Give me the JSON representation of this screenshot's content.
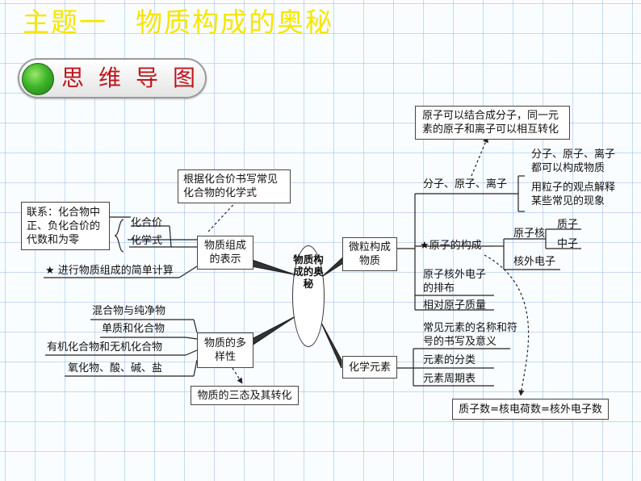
{
  "header": {
    "title": "主题一　物质构成的奥秘",
    "badge_label": "思维导图"
  },
  "colors": {
    "title": "#f5e600",
    "badge_text": "#c0141b",
    "badge_ball": "#3fb52b"
  },
  "mindmap": {
    "center": "物质构成的奥秘",
    "left": {
      "composition": {
        "label": "物质组成的表示",
        "lianxi": "联系：化合物中正、负化合价的代数和为零",
        "huahejia": "化合价",
        "huaxueshi": "化学式",
        "dashed_target": "根据化合价书写常见化合物的化学式",
        "calc": "★ 进行物质组成的简单计算"
      },
      "diversity": {
        "label": "物质的多样性",
        "items": [
          "混合物与纯净物",
          "单质和化合物",
          "有机化合物和无机化合物",
          "氧化物、酸、碱、盐"
        ],
        "dashed_target": "物质的三态及其转化"
      }
    },
    "right": {
      "particles": {
        "label": "微粒构成物质",
        "fenzi": "分子、原子、离子",
        "fenzi_top": "原子可以结合成分子，同一元素的原子和离子可以相互转化",
        "fenzi_children": [
          "分子、原子、离子都可以构成物质",
          "用粒子的观点解释某些常见的现象"
        ],
        "atom": "★原子的构成",
        "nucleus": "原子核",
        "nucleus_children": [
          "质子",
          "中子"
        ],
        "electron": "核外电子",
        "arrangement": "原子核外电子的排布",
        "mass": "相对原子质量",
        "equation": "质子数=核电荷数=核外电子数"
      },
      "elements": {
        "label": "化学元素",
        "items": [
          "常见元素的名称和符号的书写及意义",
          "元素的分类",
          "元素周期表"
        ]
      }
    }
  }
}
